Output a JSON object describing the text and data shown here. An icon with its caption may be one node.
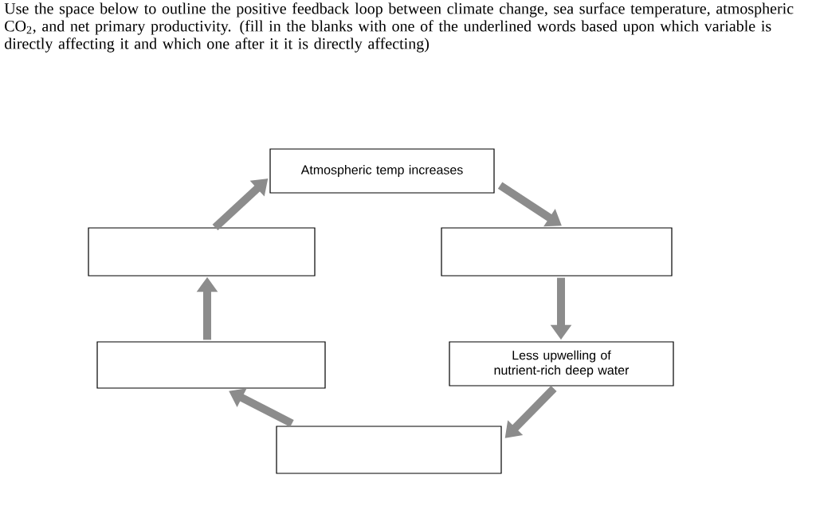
{
  "diagram": {
    "title": "Use the space below to outline the positive feedback loop between climate change, sea surface temperature, atmospheric CO$_{2}$, and net primary productivity. (fill in the blanks with one of the underlined words based upon which variable is directly affecting it and which one after it it is directly affecting)",
    "nodes": [
      {
        "text": [
          "Atmospheric temp increases"
        ]
      },
      {
        "text": [],
        "shape": "box"
      },
      {
        "text": [],
        "shape": "box"
      },
      {
        "text": [],
        "shape": "box"
      },
      {
        "text": [
          "Less upwelling of nutrient-rich deep water"
        ]
      },
      {
        "text": [],
        "shape": "box"
      }
    ],
    "edges": [
      {
        "from": 0,
        "to": 2,
        "arrow": "to"
      },
      {
        "from": 2,
        "to": 4,
        "arrow": "to"
      },
      {
        "from": 4,
        "to": 5,
        "arrow": "to"
      },
      {
        "from": 5,
        "to": 3,
        "arrow": "to"
      },
      {
        "from": 3,
        "to": 1,
        "arrow": "to"
      },
      {
        "from": 1,
        "to": 0,
        "arrow": "to"
      }
    ]
  }
}
